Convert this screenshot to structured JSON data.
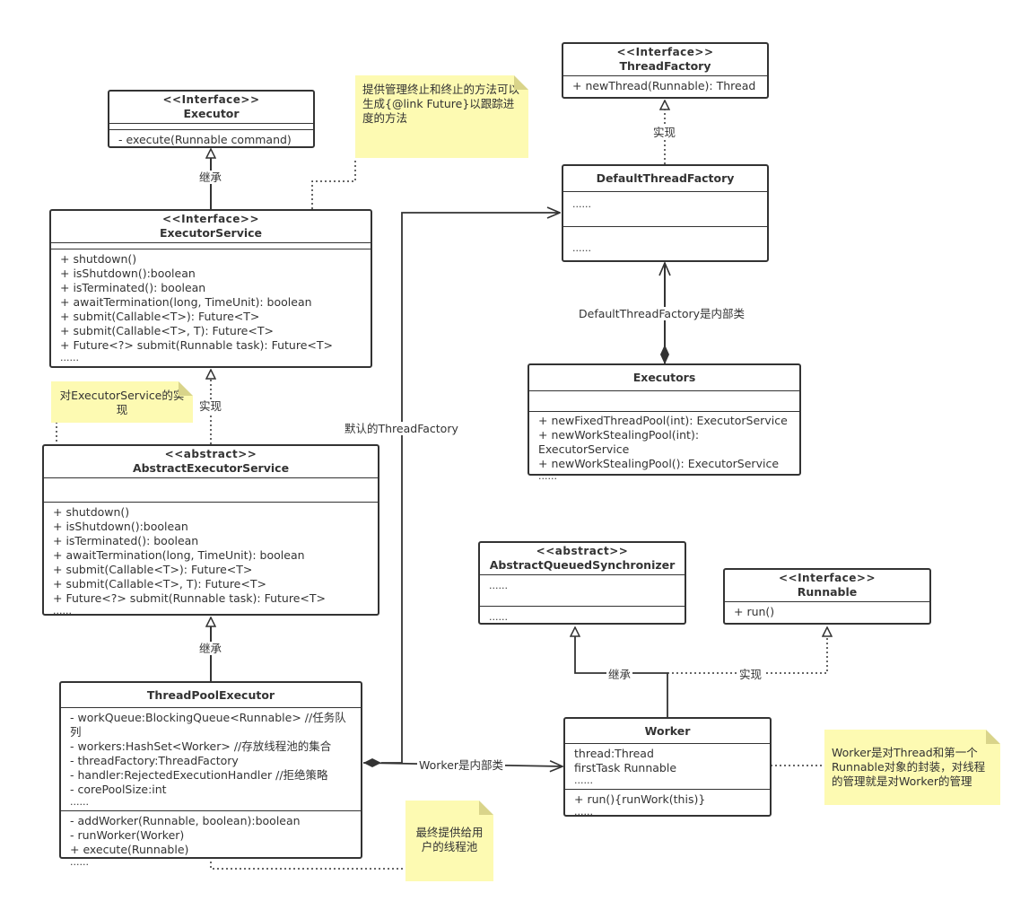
{
  "classes": {
    "executor": {
      "stereotype": "<<Interface>>",
      "name": "Executor",
      "methods": [
        "- execute(Runnable command)"
      ]
    },
    "executor_service": {
      "stereotype": "<<Interface>>",
      "name": "ExecutorService",
      "methods": [
        "+ shutdown()",
        "+ isShutdown():boolean",
        "+ isTerminated(): boolean",
        "+ awaitTermination(long, TimeUnit): boolean",
        "+ submit(Callable<T>): Future<T>",
        "+ submit(Callable<T>, T): Future<T>",
        "+ Future<?> submit(Runnable task): Future<T>",
        "......"
      ]
    },
    "abstract_executor_service": {
      "stereotype": "<<abstract>>",
      "name": "AbstractExecutorService",
      "methods": [
        "+ shutdown()",
        "+ isShutdown():boolean",
        "+ isTerminated(): boolean",
        "+ awaitTermination(long, TimeUnit): boolean",
        "+ submit(Callable<T>): Future<T>",
        "+ submit(Callable<T>, T): Future<T>",
        "+ Future<?> submit(Runnable task): Future<T>",
        "......"
      ]
    },
    "thread_pool_executor": {
      "name": "ThreadPoolExecutor",
      "fields": [
        "- workQueue:BlockingQueue<Runnable> //任务队列",
        "- workers:HashSet<Worker> //存放线程池的集合",
        "- threadFactory:ThreadFactory",
        "- handler:RejectedExecutionHandler //拒绝策略",
        "- corePoolSize:int",
        "......"
      ],
      "methods": [
        "- addWorker(Runnable, boolean):boolean",
        "- runWorker(Worker)",
        "+ execute(Runnable)",
        "......"
      ]
    },
    "thread_factory": {
      "stereotype": "<<Interface>>",
      "name": "ThreadFactory",
      "methods": [
        "+ newThread(Runnable): Thread"
      ]
    },
    "default_thread_factory": {
      "name": "DefaultThreadFactory",
      "fields": [
        "......"
      ],
      "methods": [
        "......"
      ]
    },
    "executors": {
      "name": "Executors",
      "methods": [
        "+ newFixedThreadPool(int): ExecutorService",
        "+ newWorkStealingPool(int): ExecutorService",
        "+ newWorkStealingPool(): ExecutorService",
        "......"
      ]
    },
    "aqs": {
      "stereotype": "<<abstract>>",
      "name": "AbstractQueuedSynchronizer",
      "fields": [
        "......"
      ],
      "methods": [
        "......"
      ]
    },
    "runnable": {
      "stereotype": "<<Interface>>",
      "name": "Runnable",
      "methods": [
        "+ run()"
      ]
    },
    "worker": {
      "name": "Worker",
      "fields": [
        "thread:Thread",
        "firstTask Runnable",
        "......"
      ],
      "methods": [
        "+ run(){runWork(this)}",
        "......"
      ]
    }
  },
  "notes": {
    "executor_service_note": "提供管理终止和终止的方法可以生成{@link Future}以跟踪进度的方法",
    "abstract_note": "对ExecutorService的实现",
    "pool_note": "最终提供给用户的线程池",
    "worker_note": "Worker是对Thread和第一个Runnable对象的封装，对线程的管理就是对Worker的管理"
  },
  "labels": {
    "inherit_1": "继承",
    "realize_1": "实现",
    "inherit_2": "继承",
    "realize_factory": "实现",
    "inner_factory": "DefaultThreadFactory是内部类",
    "default_factory": "默认的ThreadFactory",
    "inner_worker": "Worker是内部类",
    "inherit_aqs": "继承",
    "realize_runnable": "实现"
  },
  "colors": {
    "line": "#333333",
    "note": "#fdfab2"
  }
}
